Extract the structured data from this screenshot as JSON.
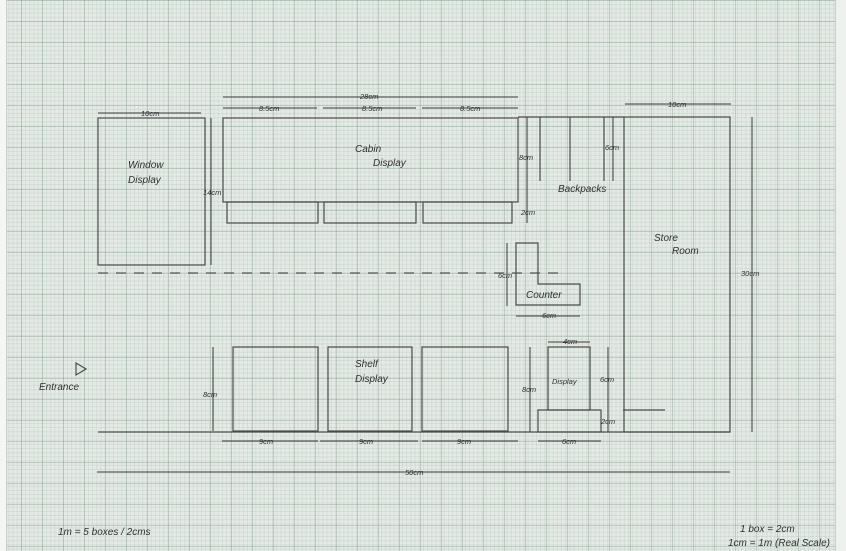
{
  "labels": {
    "window_display": [
      "Window",
      "Display"
    ],
    "cabin_display": [
      "Cabin",
      "Display"
    ],
    "backpacks": "Backpacks",
    "store_room": [
      "Store",
      "Room"
    ],
    "counter": "Counter",
    "shelf_display": [
      "Shelf",
      "Display"
    ],
    "display": "Display",
    "entrance": "Entrance"
  },
  "dimensions": {
    "window_width": "10cm",
    "window_height": "14cm",
    "cabin_total": "28cm",
    "cabin_segments": [
      "8.5cm",
      "8.5cm",
      "8.5cm"
    ],
    "cabin_depth": "8cm",
    "cabin_base": "2cm",
    "backpacks_depth": "6cm",
    "store_width": "10cm",
    "store_height": "30cm",
    "counter_height": "6cm",
    "counter_width": "6cm",
    "shelf_height": "8cm",
    "shelf_segments": [
      "9cm",
      "9cm",
      "9cm"
    ],
    "display_width": "4cm",
    "display_total_height": "8cm",
    "display_height": "6cm",
    "display_base": "2cm",
    "display_base_width": "6cm",
    "total_width": "50cm"
  },
  "scale": {
    "left": "1m = 5 boxes / 2cms",
    "right_1": "1 box = 2cm",
    "right_2": "1cm = 1m (Real Scale)"
  }
}
